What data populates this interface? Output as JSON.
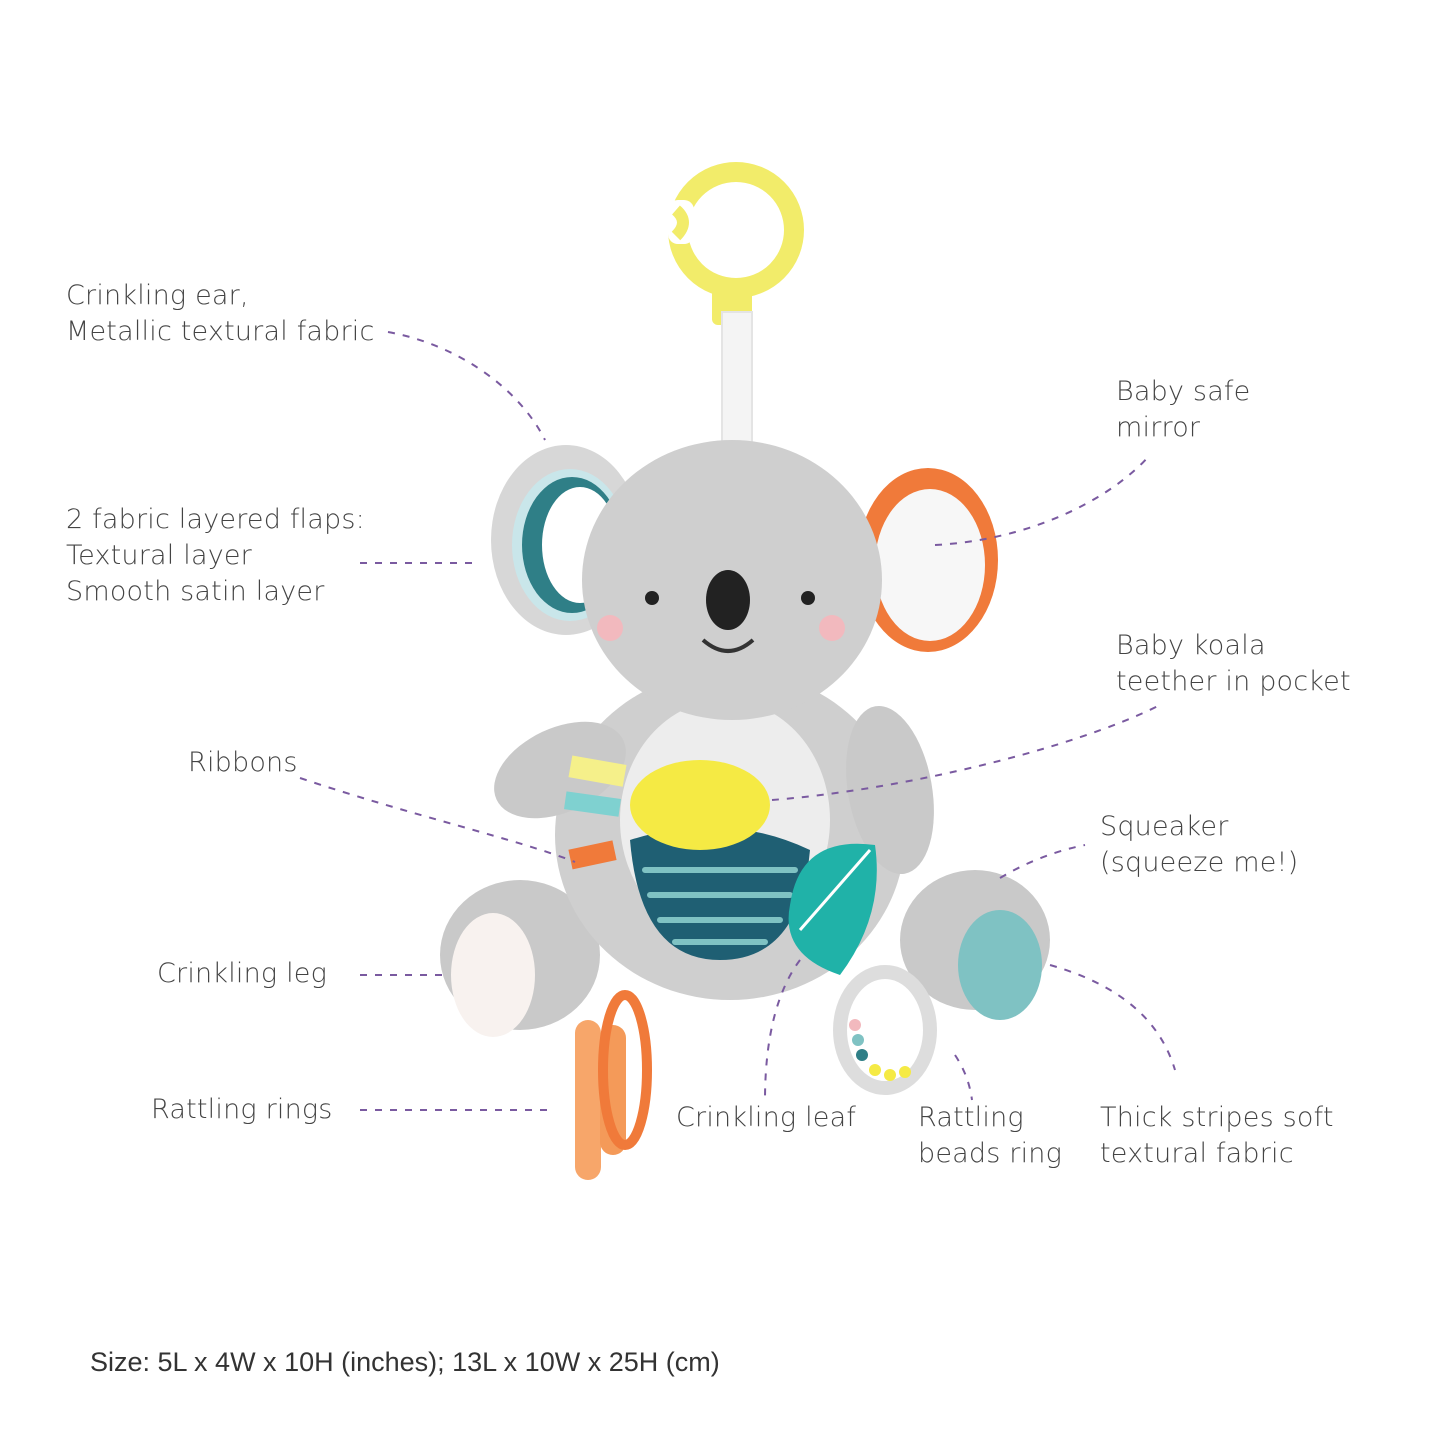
{
  "callouts": {
    "crinkling_ear": [
      "Crinkling ear,",
      "Metallic textural fabric"
    ],
    "flaps": [
      "2 fabric layered flaps:",
      "Textural layer",
      "Smooth satin layer"
    ],
    "ribbons": [
      "Ribbons"
    ],
    "crinkling_leg": [
      "Crinkling leg"
    ],
    "rattling_rings": [
      "Rattling rings"
    ],
    "crinkling_leaf": [
      "Crinkling leaf"
    ],
    "rattling_beads": [
      "Rattling",
      "beads ring"
    ],
    "thick_stripes": [
      "Thick stripes soft",
      "textural fabric"
    ],
    "squeaker": [
      "Squeaker",
      "(squeeze me!)"
    ],
    "baby_koala": [
      "Baby koala",
      "teether in pocket"
    ],
    "mirror": [
      "Baby safe",
      "mirror"
    ]
  },
  "size_note": "Size: 5L x 4W x 10H (inches); 13L x 10W x 25H (cm)",
  "colors": {
    "leader_line": "#7a5aa0",
    "body_grey": "#c9c9c9",
    "ring_yellow": "#f2ec6a",
    "ear_orange": "#f07a3a",
    "teal": "#2f7f87",
    "navy_pocket": "#1f5f73"
  }
}
